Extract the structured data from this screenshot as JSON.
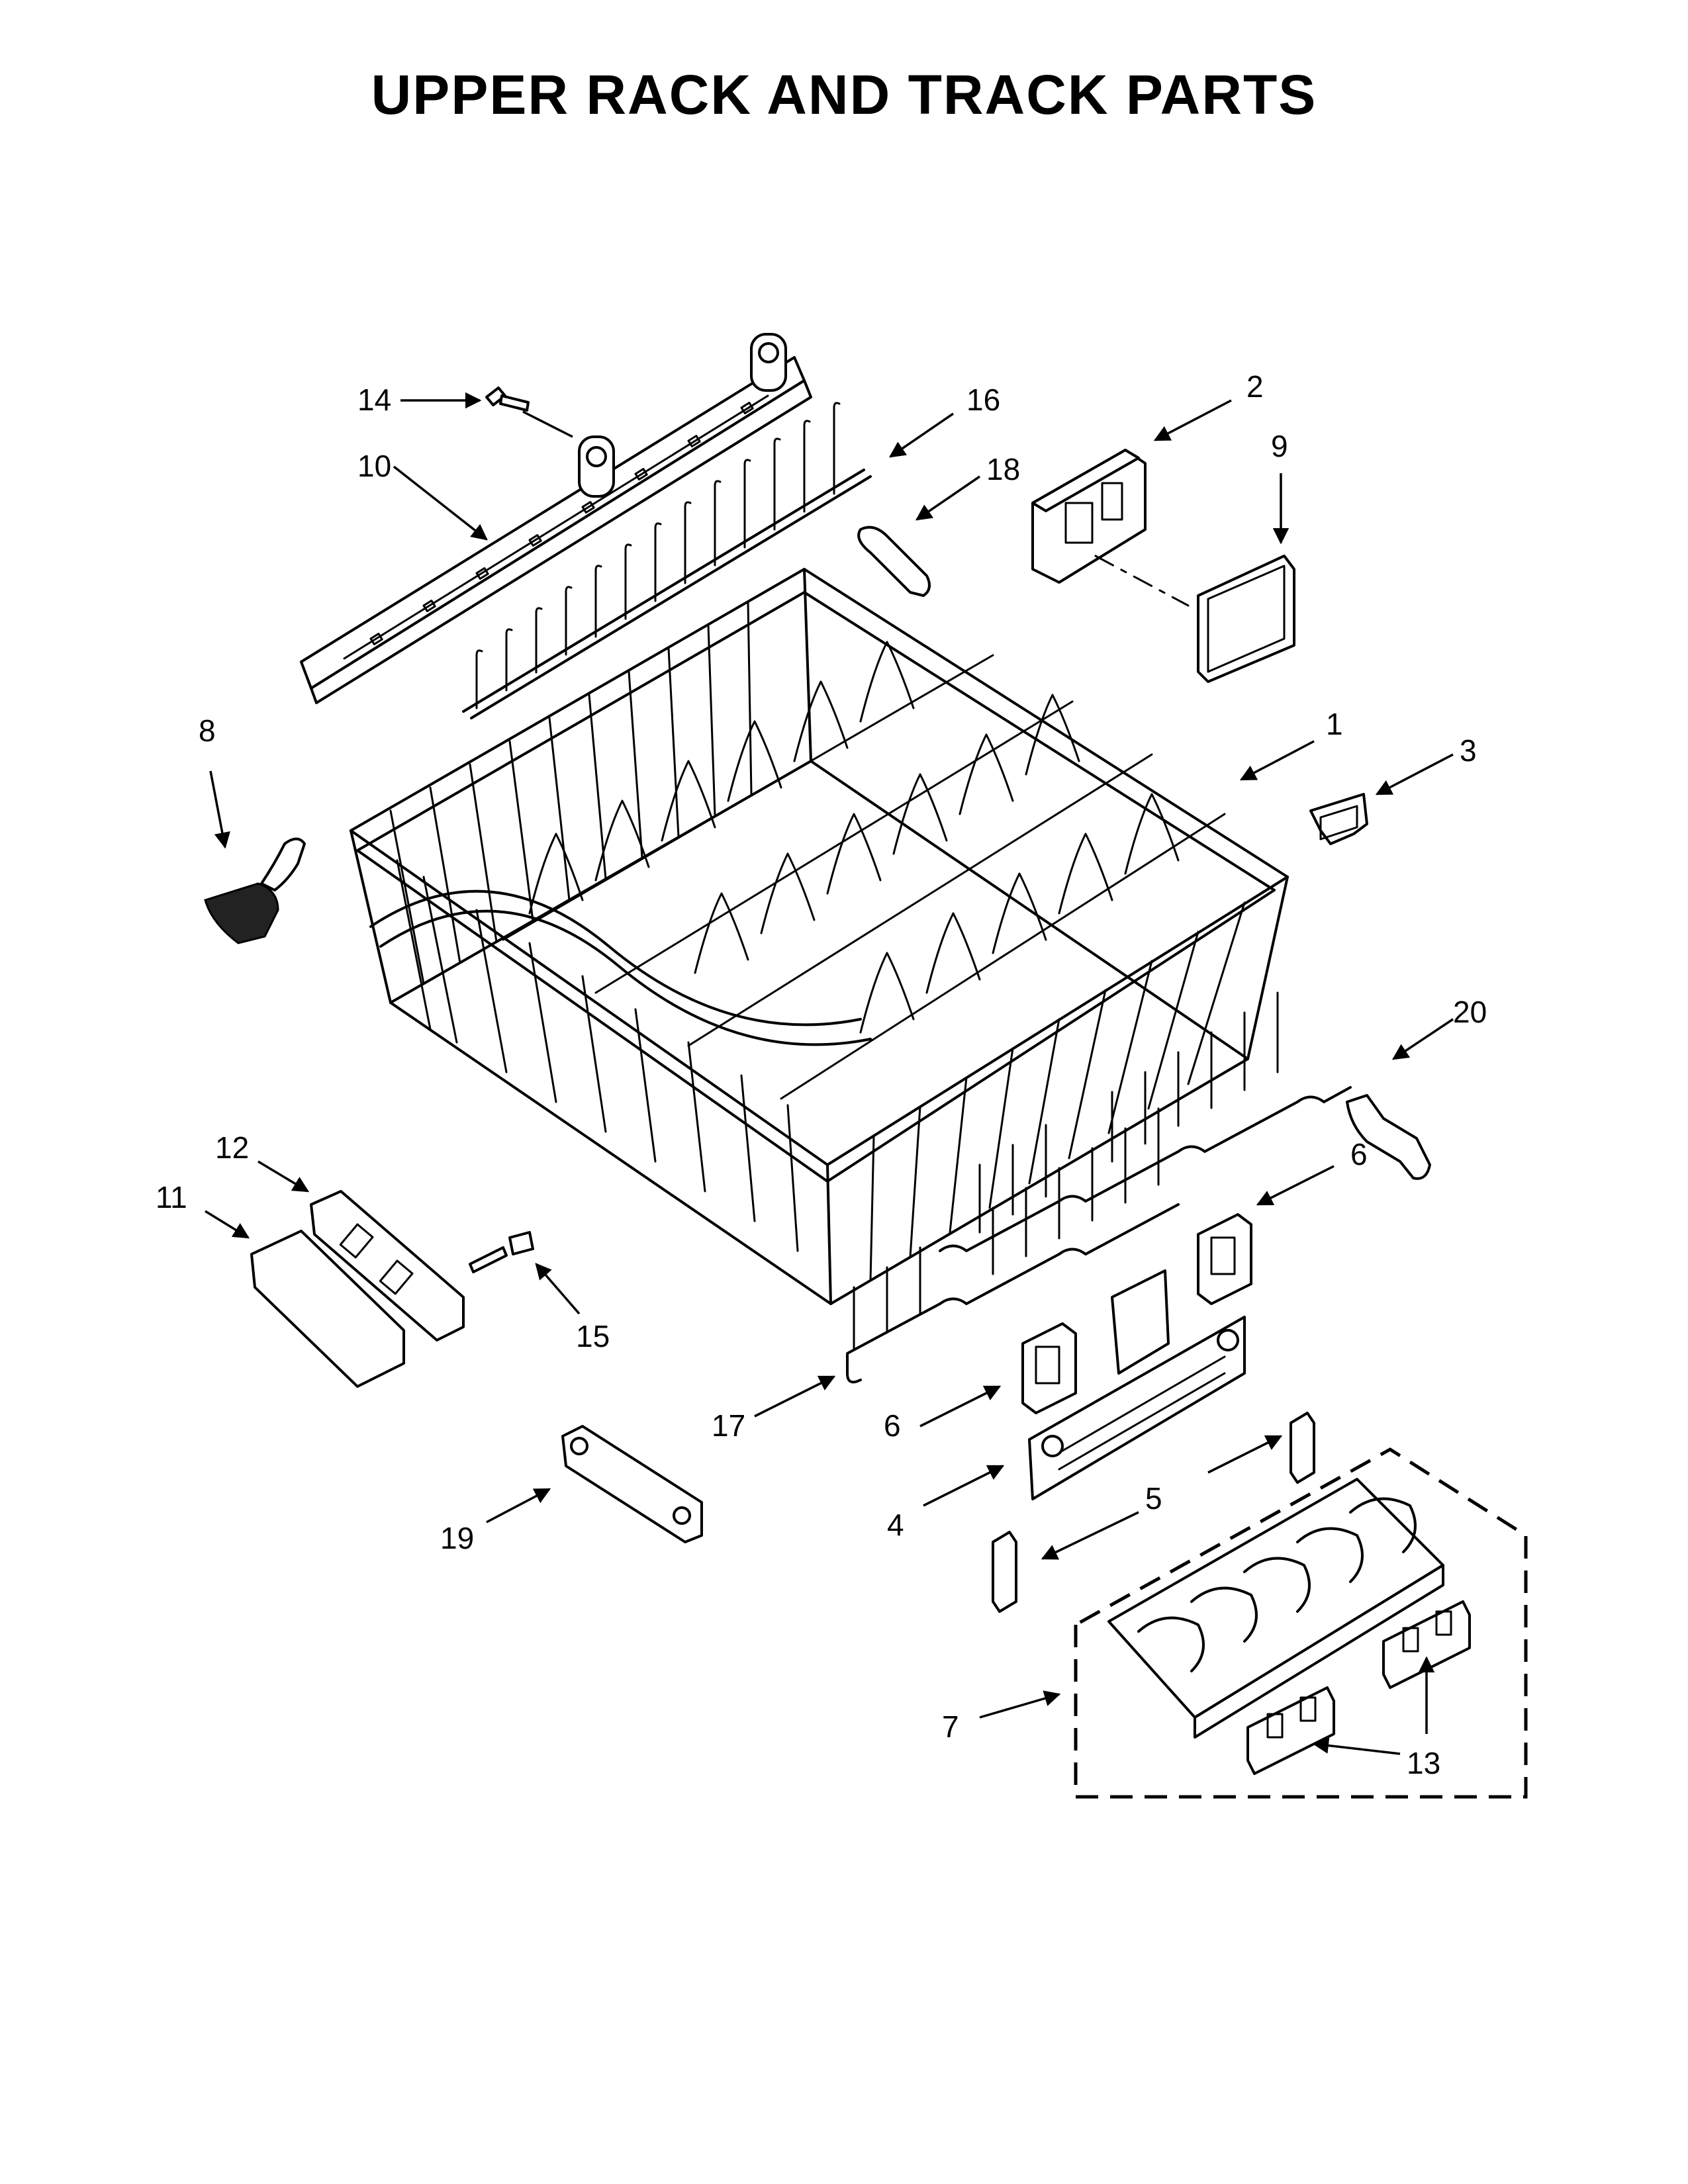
{
  "title": "UPPER RACK AND TRACK PARTS",
  "callouts": {
    "c1": "1",
    "c2": "2",
    "c3": "3",
    "c4": "4",
    "c5": "5",
    "c6a": "6",
    "c6b": "6",
    "c7": "7",
    "c8": "8",
    "c9": "9",
    "c10": "10",
    "c11": "11",
    "c12": "12",
    "c13": "13",
    "c14": "14",
    "c15": "15",
    "c16": "16",
    "c17": "17",
    "c18": "18",
    "c19": "19",
    "c20": "20"
  }
}
